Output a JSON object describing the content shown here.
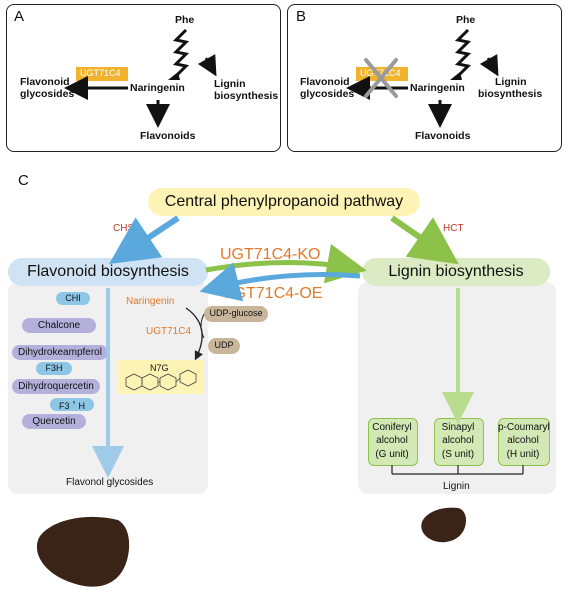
{
  "panel_a": {
    "letter": "A",
    "phe": "Phe",
    "ugt_box": "UGT71C4",
    "flavonoid_glycosides_line1": "Flavonoid",
    "flavonoid_glycosides_line2": "glycosides",
    "naringenin": "Naringenin",
    "lignin_line1": "Lignin",
    "lignin_line2": "biosynthesis",
    "flavonoids": "Flavonoids"
  },
  "panel_b": {
    "letter": "B",
    "phe": "Phe",
    "ugt_box": "UGT71C4",
    "flavonoid_glycosides_line1": "Flavonoid",
    "flavonoid_glycosides_line2": "glycosides",
    "naringenin": "Naringenin",
    "lignin_line1": "Lignin",
    "lignin_line2": "biosynthesis",
    "flavonoids": "Flavonoids"
  },
  "panel_c": {
    "letter": "C",
    "central": "Central phenylpropanoid pathway",
    "chs": "CHS",
    "hct": "HCT",
    "ko": "UGT71C4-KO",
    "oe": "UGT71C4-OE",
    "flavonoid_biosynthesis": "Flavonoid biosynthesis",
    "lignin_biosynthesis": "Lignin biosynthesis",
    "chi": "CHI",
    "chalcone": "Chalcone",
    "dihydrokaempferol": "Dihydrokeampferol",
    "f3h": "F3H",
    "dihydroquercetin": "Dihydroquercetin",
    "f3prime": "F3＇H",
    "quercetin": "Quercetin",
    "naringenin": "Naringenin",
    "ugt": "UGT71C4",
    "udp_glucose": "UDP-glucose",
    "udp": "UDP",
    "n7g": "N7G",
    "flavonol_glycosides": "Flavonol glycosides",
    "coniferyl": [
      "Coniferyl",
      "alcohol",
      "(G unit)"
    ],
    "sinapyl": [
      "Sinapyl",
      "alcohol",
      "(S unit)"
    ],
    "coumaryl": [
      "p-Coumaryl",
      "alcohol",
      "(H unit)"
    ],
    "lignin": "Lignin"
  },
  "colors": {
    "accent_orange": "#e07a2a",
    "blue_arrow": "#5aa8dc",
    "green_arrow": "#8cc24a",
    "ugt_box": "#f1b32b",
    "central_box": "#fdf3b5",
    "flav_header": "#cfe3f4",
    "lignin_header": "#dcebc4",
    "purple_pill": "#b4b0dc",
    "cyan_pill": "#8ec7e6",
    "green_box": "#d3e9b5",
    "udp_pill": "#c9b59a",
    "seed": "#3a2418"
  }
}
